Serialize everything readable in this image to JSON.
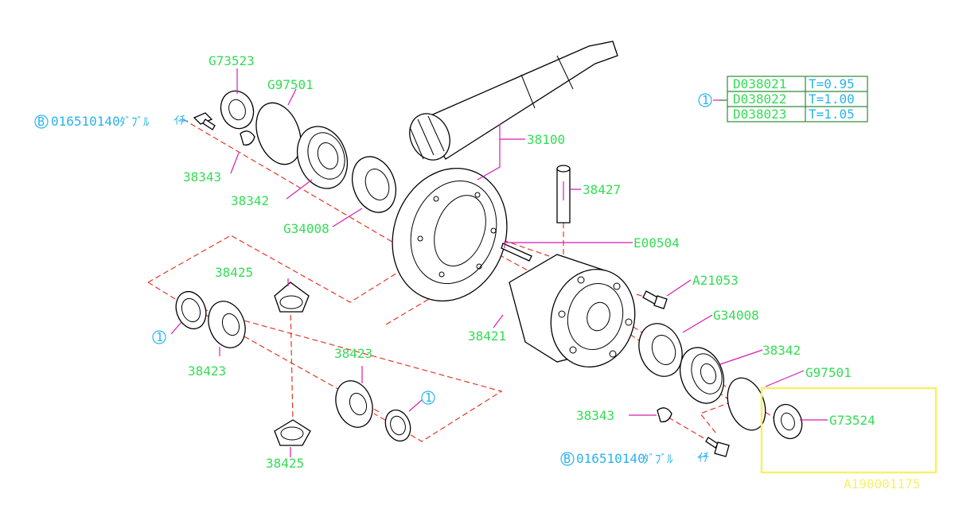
{
  "parts": {
    "g73523": "G73523",
    "g97501_top": "G97501",
    "bolt_top_code": "016510140",
    "bolt_top_suffix": "ﾀﾞﾌﾞﾙ",
    "bolt_top_qty": "ｲﾁ",
    "p38343_top": "38343",
    "p38342_top": "38342",
    "g34008_top": "G34008",
    "p38100": "38100",
    "p38427": "38427",
    "e00504": "E00504",
    "a21053": "A21053",
    "g34008_right": "G34008",
    "p38342_right": "38342",
    "g97501_right": "G97501",
    "g73524": "G73524",
    "p38343_bottom": "38343",
    "bolt_bottom_code": "016510140",
    "bolt_bottom_suffix": "ﾀﾞﾌﾞﾙ",
    "bolt_bottom_qty": "ｲﾁ",
    "p38421": "38421",
    "p38425_top": "38425",
    "p38423_left": "38423",
    "p38423_center": "38423",
    "p38425_bottom": "38425"
  },
  "callouts": {
    "ref1": "1",
    "refB": "B"
  },
  "shim_table": {
    "rows": [
      {
        "part": "D038021",
        "thickness": "T=0.95"
      },
      {
        "part": "D038022",
        "thickness": "T=1.00"
      },
      {
        "part": "D038023",
        "thickness": "T=1.05"
      }
    ]
  },
  "figure_id": "A190001175",
  "colors": {
    "label_green": "#33dd55",
    "label_cyan": "#2ab3f0",
    "leader_magenta": "#d81bb5",
    "dash_red": "#e03a2a",
    "highlight_yellow": "#f6f06a"
  }
}
